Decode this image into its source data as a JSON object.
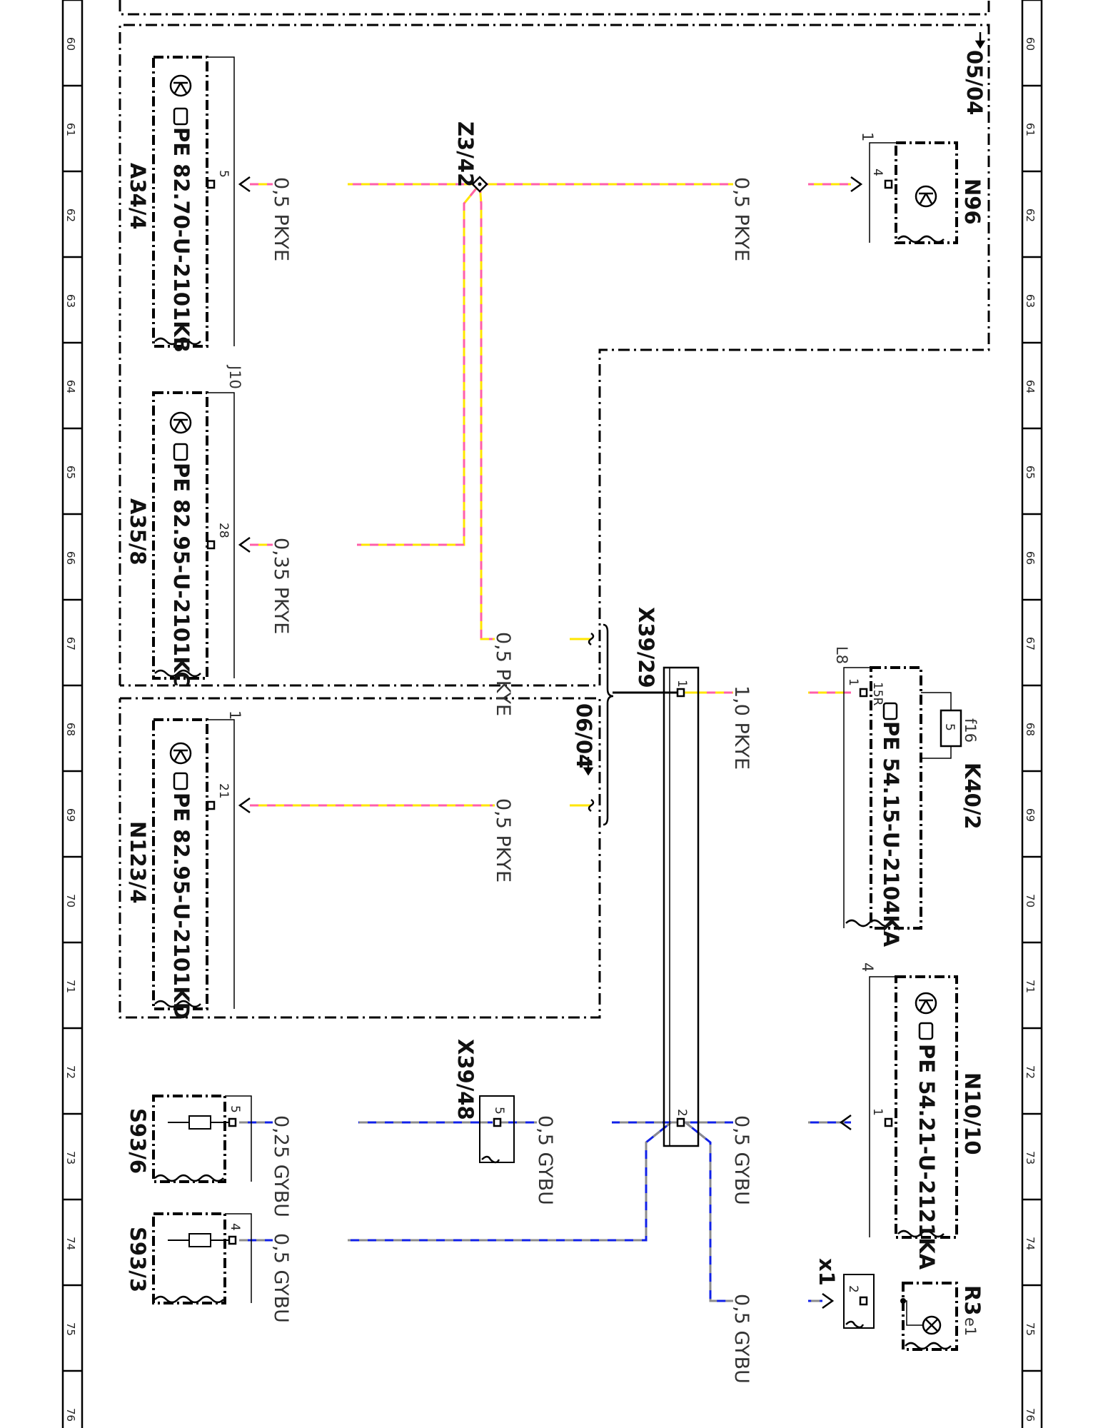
{
  "rail_numbers": [
    "60",
    "61",
    "62",
    "63",
    "64",
    "65",
    "66",
    "67",
    "68",
    "69",
    "70",
    "71",
    "72",
    "73",
    "74",
    "75",
    "76"
  ],
  "colors": {
    "pkye_a": "#ffe600",
    "pkye_b": "#ff5fa8",
    "gybu_a": "#1020e8",
    "gybu_b": "#8c8c8c",
    "black": "#000000"
  },
  "components": {
    "a34_4": {
      "id": "A34/4",
      "pe": "PE 82.70-U-2101KB",
      "pin": "5"
    },
    "a35_8": {
      "id": "A35/8",
      "pe": "PE 82.95-U-2101KC",
      "pin": "28",
      "ref": "J10"
    },
    "n123_4": {
      "id": "N123/4",
      "pe": "PE 82.95-U-2101KD",
      "pin": "21",
      "ref": "1"
    },
    "n96": {
      "id": "N96",
      "pin": "4",
      "ref": "1"
    },
    "k40_2": {
      "id": "K40/2",
      "pe": "PE 54.15-U-2104KA",
      "pin": "1",
      "pin2": "15R",
      "fuse": "f16",
      "fuse_val": "5",
      "ref": "L8"
    },
    "n10_10": {
      "id": "N10/10",
      "pe": "PE 54.21-U-2121KA",
      "pin": "1",
      "ref": "4"
    },
    "s93_6": {
      "id": "S93/6",
      "pin": "5"
    },
    "s93_3": {
      "id": "S93/3",
      "pin": "4"
    },
    "r3": {
      "id": "R3",
      "sub": "e1"
    },
    "x1": {
      "id": "x1",
      "pin": "2"
    },
    "z3_42": {
      "id": "Z3/42"
    },
    "x39_29": {
      "id": "X39/29",
      "pin1": "1",
      "pin2": "2"
    },
    "x39_48": {
      "id": "X39/48",
      "pin": "5"
    }
  },
  "wires": {
    "w1": "0,5 PKYE",
    "w2": "0,5 PKYE",
    "w3": "0,35 PKYE",
    "w4": "0,5 PKYE",
    "w5": "0,5 PKYE",
    "w6": "1,0 PKYE",
    "w7": "0,25 GYBU",
    "w8": "0,5 GYBU",
    "w9": "0,5 GYBU",
    "w10": "0,5 GYBU",
    "w11": "0,5 GYBU"
  },
  "page_refs": {
    "top": "05/04",
    "mid": "06/04"
  }
}
